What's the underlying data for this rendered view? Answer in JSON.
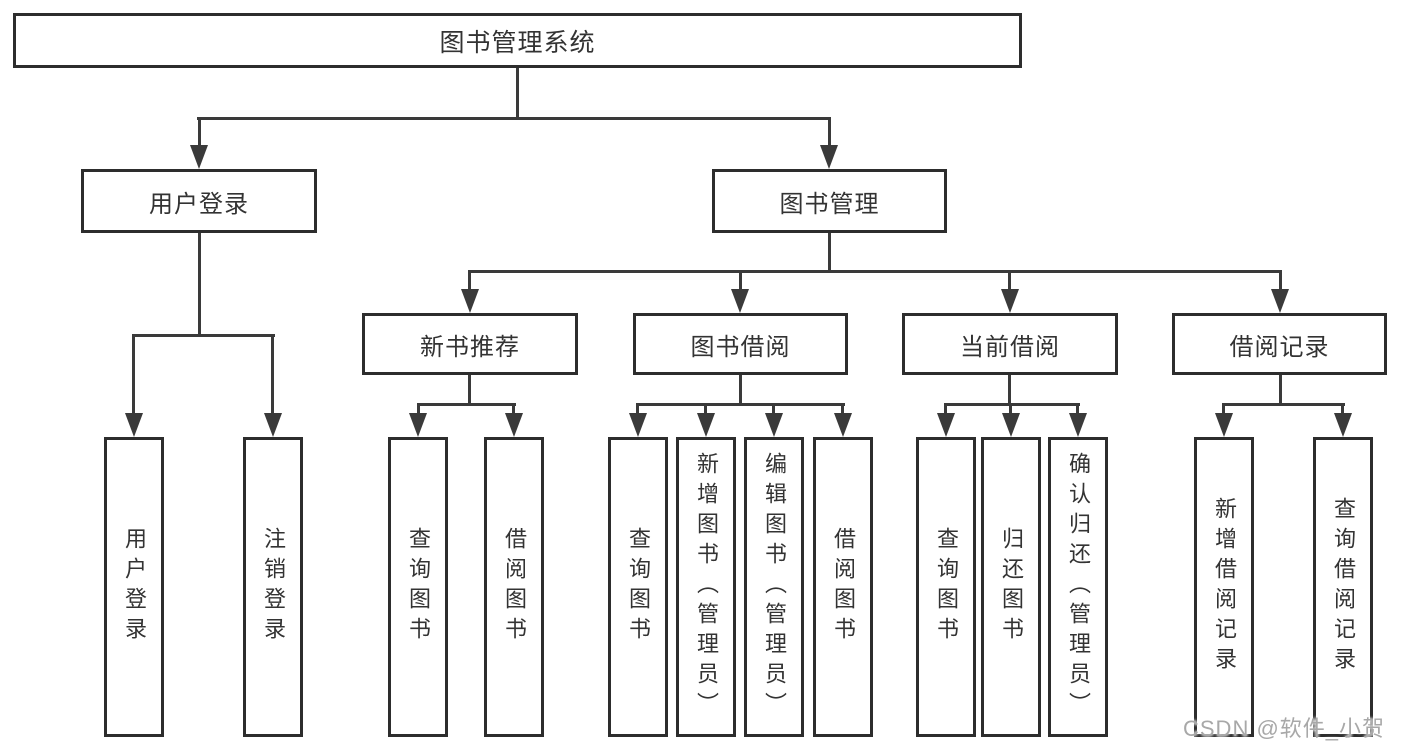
{
  "diagram": {
    "type": "hierarchy-tree",
    "title": "图书管理系统",
    "watermark": "CSDN @软件_小贺同学",
    "colors": {
      "background": "#ffffff",
      "box_border": "#2d2d2d",
      "connector_line": "#3a3a3a",
      "text": "#333333",
      "watermark_text": "#a8a8a8"
    },
    "tree": {
      "root": {
        "label": "图书管理系统"
      },
      "level2": [
        {
          "label": "用户登录",
          "parent": "图书管理系统"
        },
        {
          "label": "图书管理",
          "parent": "图书管理系统"
        }
      ],
      "level3": [
        {
          "label": "新书推荐",
          "parent": "图书管理"
        },
        {
          "label": "图书借阅",
          "parent": "图书管理"
        },
        {
          "label": "当前借阅",
          "parent": "图书管理"
        },
        {
          "label": "借阅记录",
          "parent": "图书管理"
        }
      ],
      "leaves": [
        {
          "label": "用户登录",
          "parent": "用户登录"
        },
        {
          "label": "注销登录",
          "parent": "用户登录"
        },
        {
          "label": "查询图书",
          "parent": "新书推荐"
        },
        {
          "label": "借阅图书",
          "parent": "新书推荐"
        },
        {
          "label": "查询图书",
          "parent": "图书借阅"
        },
        {
          "label": "新增图书（管理员）",
          "parent": "图书借阅"
        },
        {
          "label": "编辑图书（管理员）",
          "parent": "图书借阅"
        },
        {
          "label": "借阅图书",
          "parent": "图书借阅"
        },
        {
          "label": "查询图书",
          "parent": "当前借阅"
        },
        {
          "label": "归还图书",
          "parent": "当前借阅"
        },
        {
          "label": "确认归还（管理员）",
          "parent": "当前借阅"
        },
        {
          "label": "新增借阅记录",
          "parent": "借阅记录"
        },
        {
          "label": "查询借阅记录",
          "parent": "借阅记录"
        }
      ]
    }
  }
}
